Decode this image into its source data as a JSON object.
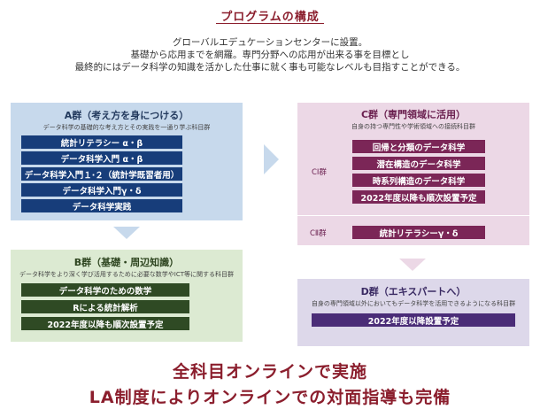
{
  "title": "プログラムの構成",
  "intro": [
    "グローバルエデュケーションセンターに設置。",
    "基礎から応用までを網羅。専門分野への応用が出来る事を目標とし",
    "最終的にはデータ科学の知識を活かした仕事に就く事も可能なレベルも目指すことができる。"
  ],
  "group_a": {
    "heading": "A群（考え方を身につける）",
    "sub": "データ科学の基礎的な考え方とその実践を一通り学ぶ科目群",
    "items": [
      "統計リテラシー α・β",
      "データ科学入門 α・β",
      "データ科学入門１·２（統計学既習者用）",
      "データ科学入門γ・δ",
      "データ科学実践"
    ]
  },
  "group_b": {
    "heading": "B群（基礎・周辺知識）",
    "sub": "データ科学をより深く学び活用するために必要な数学やICT等に関する科目群",
    "items": [
      "データ科学のための数学",
      "Rによる統計解析",
      "2022年度以降も順次設置予定"
    ]
  },
  "group_c": {
    "heading": "C群（専門領域に活用）",
    "sub": "自身の持つ専門性や学術領域への接続科目群",
    "c1_label": "CⅠ群",
    "c1_items": [
      "回帰と分類のデータ科学",
      "潜在構造のデータ科学",
      "時系列構造のデータ科学",
      "2022年度以降も順次設置予定"
    ],
    "c2_label": "CⅡ群",
    "c2_items": [
      "統計リテラシーγ・δ"
    ]
  },
  "group_d": {
    "heading": "D群（エキスパートへ）",
    "sub": "自身の専門領域以外においてもデータ科学を活用できるようになる科目群",
    "items": [
      "2022年度以降設置予定"
    ]
  },
  "footer": {
    "line1": "全科目オンラインで実施",
    "line2": "LA制度によりオンラインでの対面指導も完備"
  },
  "colors": {
    "accent": "#8b1e2d",
    "group_a_bg": "#c7d9ec",
    "group_a_bar": "#173d7a",
    "group_b_bg": "#dcead2",
    "group_b_bar": "#2f4a24",
    "group_c_bg": "#ecd8e6",
    "group_c_bar": "#7b2657",
    "group_d_bg": "#ddd8ea",
    "group_d_bar": "#4a2c77"
  }
}
